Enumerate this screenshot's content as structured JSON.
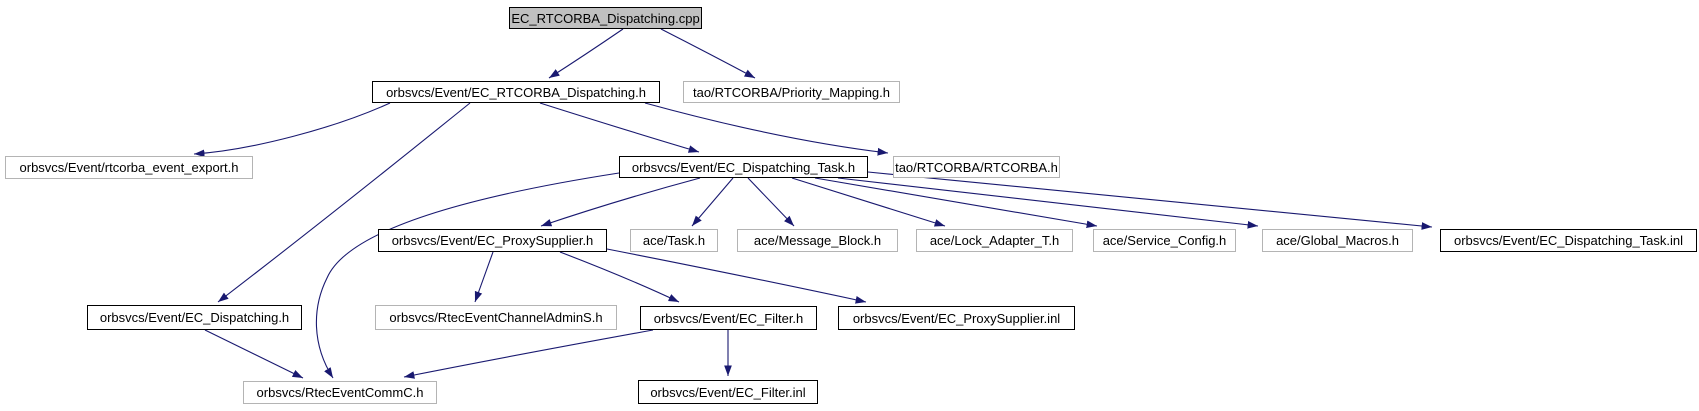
{
  "graph": {
    "background": "#ffffff",
    "edge_color": "#191970",
    "root_fill": "#c0c0c0",
    "gray_border": "#b4b4b4",
    "nodes": [
      {
        "id": "ec_rtcorba_dispatching_cpp",
        "label": "EC_RTCORBA_Dispatching.cpp",
        "border": "black",
        "fill": "#c0c0c0"
      },
      {
        "id": "ec_rtcorba_dispatching_h",
        "label": "orbsvcs/Event/EC_RTCORBA_Dispatching.h",
        "border": "black",
        "fill": "#ffffff"
      },
      {
        "id": "priority_mapping_h",
        "label": "tao/RTCORBA/Priority_Mapping.h",
        "border": "gray",
        "fill": "#ffffff"
      },
      {
        "id": "rtcorba_event_export_h",
        "label": "orbsvcs/Event/rtcorba_event_export.h",
        "border": "gray",
        "fill": "#ffffff"
      },
      {
        "id": "ec_dispatching_task_h",
        "label": "orbsvcs/Event/EC_Dispatching_Task.h",
        "border": "black",
        "fill": "#ffffff"
      },
      {
        "id": "rtcorba_h",
        "label": "tao/RTCORBA/RTCORBA.h",
        "border": "gray",
        "fill": "#ffffff"
      },
      {
        "id": "ec_proxysupplier_h",
        "label": "orbsvcs/Event/EC_ProxySupplier.h",
        "border": "black",
        "fill": "#ffffff"
      },
      {
        "id": "ace_task_h",
        "label": "ace/Task.h",
        "border": "gray",
        "fill": "#ffffff"
      },
      {
        "id": "ace_message_block_h",
        "label": "ace/Message_Block.h",
        "border": "gray",
        "fill": "#ffffff"
      },
      {
        "id": "ace_lock_adapter_t_h",
        "label": "ace/Lock_Adapter_T.h",
        "border": "gray",
        "fill": "#ffffff"
      },
      {
        "id": "ace_service_config_h",
        "label": "ace/Service_Config.h",
        "border": "gray",
        "fill": "#ffffff"
      },
      {
        "id": "ace_global_macros_h",
        "label": "ace/Global_Macros.h",
        "border": "gray",
        "fill": "#ffffff"
      },
      {
        "id": "ec_dispatching_task_inl",
        "label": "orbsvcs/Event/EC_Dispatching_Task.inl",
        "border": "black",
        "fill": "#ffffff"
      },
      {
        "id": "ec_dispatching_h",
        "label": "orbsvcs/Event/EC_Dispatching.h",
        "border": "black",
        "fill": "#ffffff"
      },
      {
        "id": "rtec_event_channel_admin_s_h",
        "label": "orbsvcs/RtecEventChannelAdminS.h",
        "border": "gray",
        "fill": "#ffffff"
      },
      {
        "id": "ec_filter_h",
        "label": "orbsvcs/Event/EC_Filter.h",
        "border": "black",
        "fill": "#ffffff"
      },
      {
        "id": "ec_proxysupplier_inl",
        "label": "orbsvcs/Event/EC_ProxySupplier.inl",
        "border": "black",
        "fill": "#ffffff"
      },
      {
        "id": "rtec_event_comm_c_h",
        "label": "orbsvcs/RtecEventCommC.h",
        "border": "gray",
        "fill": "#ffffff"
      },
      {
        "id": "ec_filter_inl",
        "label": "orbsvcs/Event/EC_Filter.inl",
        "border": "black",
        "fill": "#ffffff"
      }
    ],
    "edges": [
      {
        "from": "ec_rtcorba_dispatching_cpp",
        "to": "ec_rtcorba_dispatching_h"
      },
      {
        "from": "ec_rtcorba_dispatching_cpp",
        "to": "priority_mapping_h"
      },
      {
        "from": "ec_rtcorba_dispatching_h",
        "to": "rtcorba_event_export_h"
      },
      {
        "from": "ec_rtcorba_dispatching_h",
        "to": "ec_dispatching_h"
      },
      {
        "from": "ec_rtcorba_dispatching_h",
        "to": "ec_dispatching_task_h"
      },
      {
        "from": "ec_rtcorba_dispatching_h",
        "to": "rtcorba_h"
      },
      {
        "from": "ec_dispatching_task_h",
        "to": "ec_proxysupplier_h"
      },
      {
        "from": "ec_dispatching_task_h",
        "to": "ace_task_h"
      },
      {
        "from": "ec_dispatching_task_h",
        "to": "ace_message_block_h"
      },
      {
        "from": "ec_dispatching_task_h",
        "to": "ace_lock_adapter_t_h"
      },
      {
        "from": "ec_dispatching_task_h",
        "to": "ace_service_config_h"
      },
      {
        "from": "ec_dispatching_task_h",
        "to": "ace_global_macros_h"
      },
      {
        "from": "ec_dispatching_task_h",
        "to": "ec_dispatching_task_inl"
      },
      {
        "from": "ec_dispatching_task_h",
        "to": "rtec_event_comm_c_h"
      },
      {
        "from": "ec_proxysupplier_h",
        "to": "rtec_event_channel_admin_s_h"
      },
      {
        "from": "ec_proxysupplier_h",
        "to": "ec_filter_h"
      },
      {
        "from": "ec_proxysupplier_h",
        "to": "ec_proxysupplier_inl"
      },
      {
        "from": "ec_dispatching_h",
        "to": "rtec_event_comm_c_h"
      },
      {
        "from": "ec_filter_h",
        "to": "rtec_event_comm_c_h"
      },
      {
        "from": "ec_filter_h",
        "to": "ec_filter_inl"
      }
    ]
  }
}
